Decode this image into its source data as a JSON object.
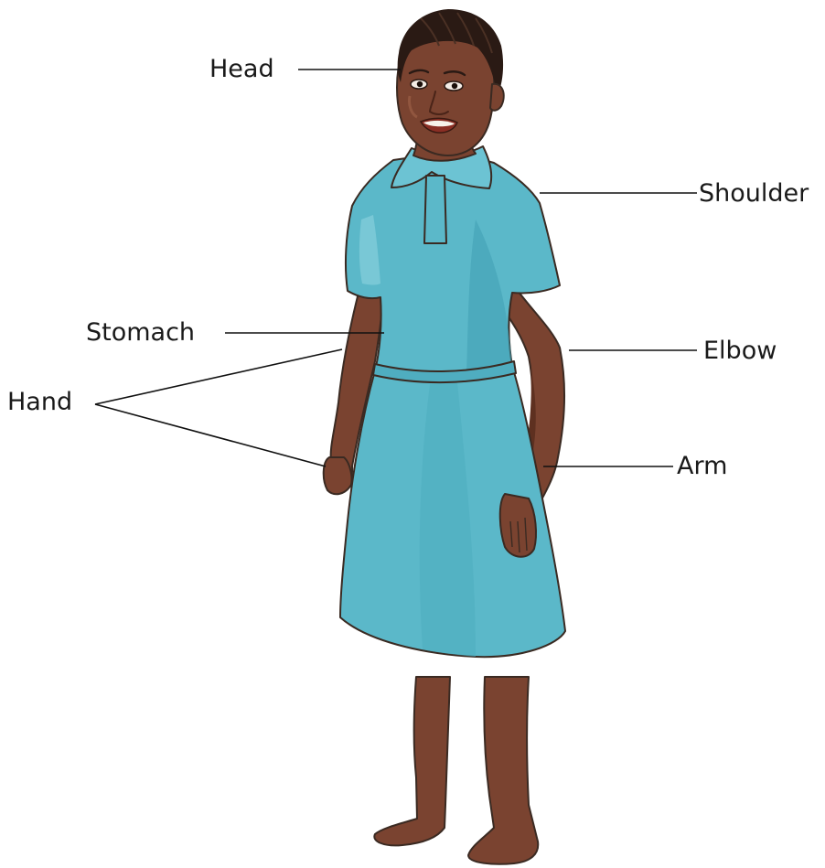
{
  "diagram": {
    "labels": {
      "head": "Head",
      "shoulder": "Shoulder",
      "stomach": "Stomach",
      "elbow": "Elbow",
      "hand": "Hand",
      "arm": "Arm"
    },
    "colors": {
      "skin": "#7a4330",
      "skin_shade": "#5e3020",
      "skin_light": "#a0644a",
      "dress": "#5bb8c9",
      "dress_shade": "#3f9fb3",
      "dress_light": "#86cfdc",
      "hair": "#2a1a14",
      "line": "#111111",
      "text": "#1a1a1a",
      "background": "#ffffff"
    }
  }
}
